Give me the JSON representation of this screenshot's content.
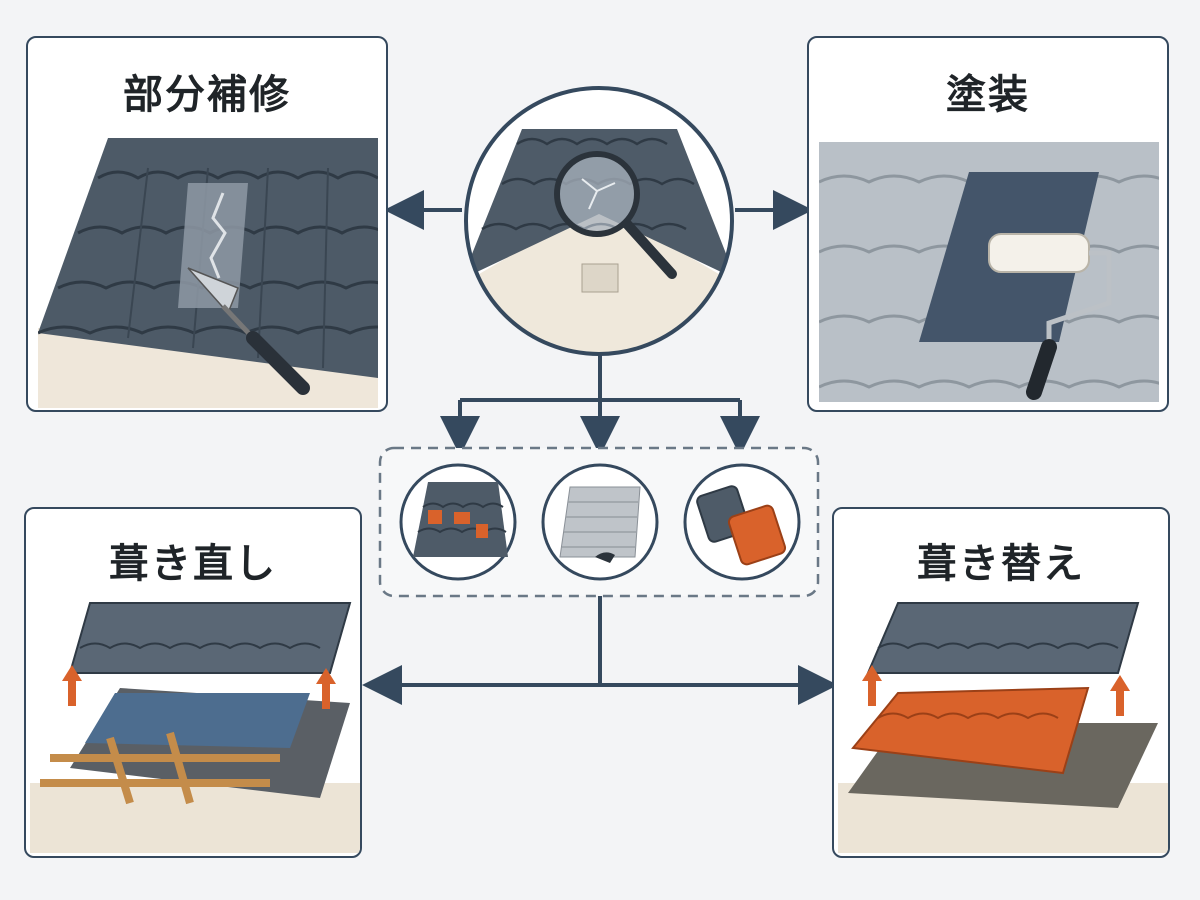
{
  "panels": {
    "partial_repair": {
      "title": "部分補修",
      "icon": "trowel-icon"
    },
    "painting": {
      "title": "塗装",
      "icon": "paint-roller-icon"
    },
    "reroofing": {
      "title": "葺き直し",
      "icon": "lift-arrows-icon"
    },
    "replacement": {
      "title": "葺き替え",
      "icon": "lift-arrows-icon"
    }
  },
  "center": {
    "icon": "magnifier-icon"
  },
  "options": [
    {
      "icon": "damaged-tiles-icon"
    },
    {
      "icon": "underlayment-sheet-icon"
    },
    {
      "icon": "new-tiles-icon"
    }
  ],
  "colors": {
    "border": "#35495e",
    "tile": "#5a6775",
    "tile_dark": "#3e4a56",
    "orange": "#d9622b",
    "background": "#f3f4f6"
  }
}
